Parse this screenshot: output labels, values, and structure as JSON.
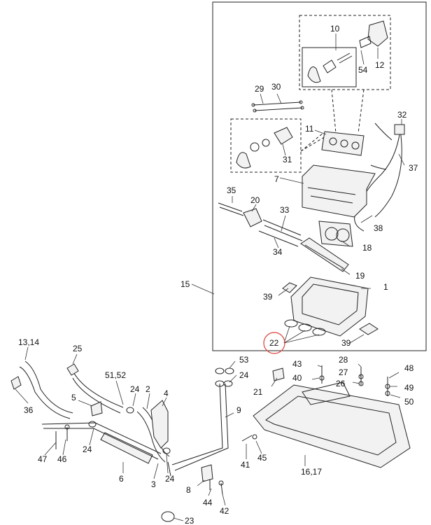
{
  "callouts": {
    "c10": "10",
    "c54": "54",
    "c12": "12",
    "c29": "29",
    "c30": "30",
    "c11": "11",
    "c32": "32",
    "c31": "31",
    "c37": "37",
    "c7": "7",
    "c35": "35",
    "c20": "20",
    "c33": "33",
    "c38": "38",
    "c18": "18",
    "c34": "34",
    "c19": "19",
    "c15": "15",
    "c39a": "39",
    "c1": "1",
    "c22": "22",
    "c39b": "39",
    "c1314": "13,14",
    "c25": "25",
    "c5152": "51,52",
    "c53": "53",
    "c24a": "24",
    "c43": "43",
    "c28": "28",
    "c27": "27",
    "c48": "48",
    "c36": "36",
    "c5": "5",
    "c24b": "24",
    "c2": "2",
    "c4": "4",
    "c21": "21",
    "c40": "40",
    "c26": "26",
    "c49": "49",
    "c50": "50",
    "c9": "9",
    "c47": "47",
    "c46": "46",
    "c24c": "24",
    "c6": "6",
    "c3": "3",
    "c24d": "24",
    "c41": "41",
    "c45": "45",
    "c1617": "16,17",
    "c8": "8",
    "c44": "44",
    "c42": "42",
    "c23": "23"
  },
  "highlight_color": "#d9413a"
}
